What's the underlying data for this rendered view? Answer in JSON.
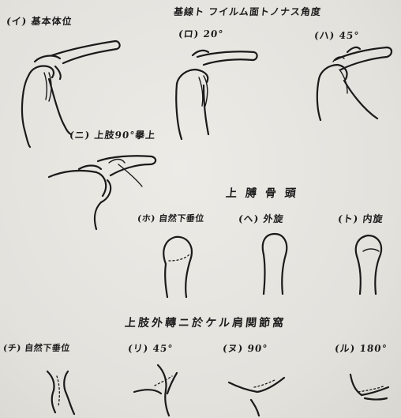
{
  "header": {
    "left_title": "(イ) 基本体位",
    "right_title": "基線ト フイルム面トノナス角度"
  },
  "angle_views": [
    {
      "label": "(ロ) 20°"
    },
    {
      "label": "(ハ) 45°"
    },
    {
      "label": "(ニ) 上肢90°擧上"
    }
  ],
  "humeral_head": {
    "section_title": "上 膊 骨 頭",
    "views": [
      {
        "label": "(ホ) 自然下垂位"
      },
      {
        "label": "(ヘ) 外旋"
      },
      {
        "label": "(ト) 内旋"
      }
    ]
  },
  "rotation": {
    "section_title": "上肢外轉ニ於ケル肩関節窩",
    "views": [
      {
        "label": "(チ) 自然下垂位"
      },
      {
        "label": "(リ) 45°"
      },
      {
        "label": "(ヌ) 90°"
      },
      {
        "label": "(ル) 180°"
      }
    ]
  }
}
